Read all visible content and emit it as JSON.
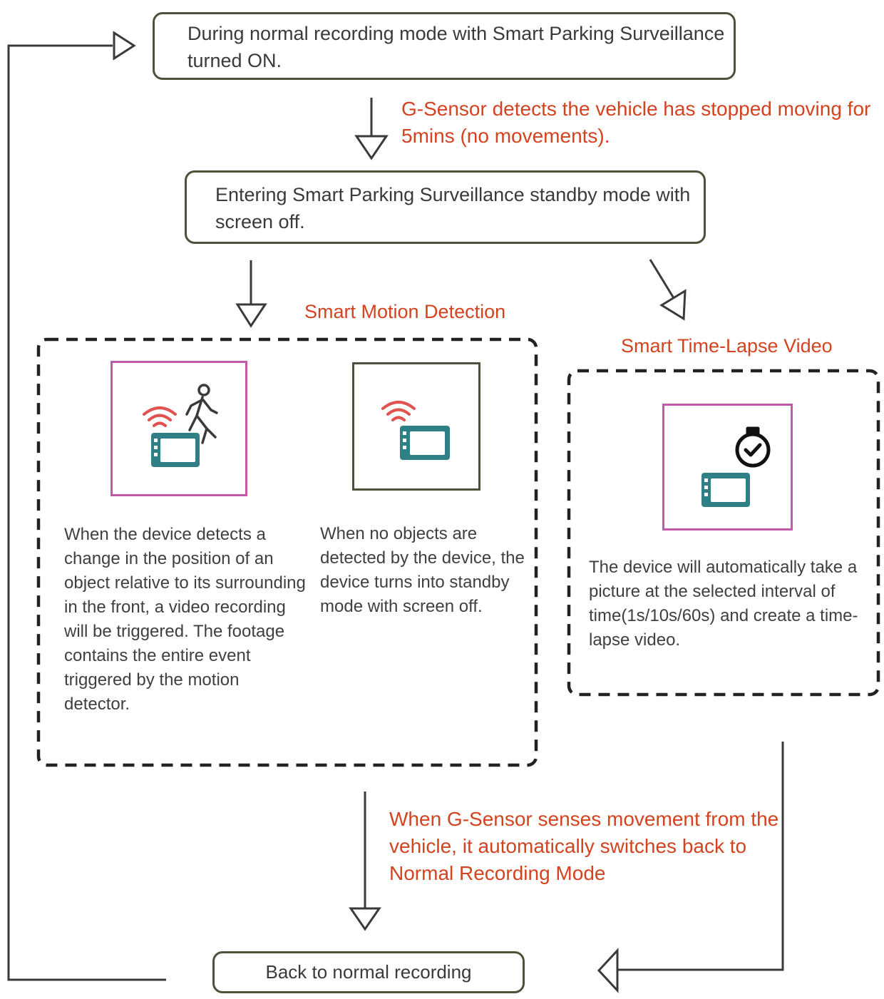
{
  "flow": {
    "start_box": "During normal recording mode with Smart Parking Surveillance turned ON.",
    "gsensor_label": "G-Sensor detects the vehicle has stopped moving for 5mins (no movements).",
    "standby_box": "Entering Smart Parking Surveillance standby mode with screen off.",
    "motion_label": "Smart Motion Detection",
    "timelapse_label": "Smart Time-Lapse Video",
    "motion_desc": "When the device detects a change in the position of an object relative to its surrounding in the front, a video recording will be triggered. The footage contains the entire event triggered by the motion detector.",
    "standby_desc": "When no objects are detected by the device, the device turns into standby mode with screen off.",
    "timelapse_desc": "The device will automatically take a picture at the selected interval of time(1s/10s/60s) and create a time-lapse video.",
    "return_label": "When G-Sensor senses movement from the vehicle, it automatically switches back to Normal Recording Mode",
    "back_box": "Back to normal recording"
  },
  "colors": {
    "box_border": "#4d5139",
    "accent_red": "#d4431f",
    "icon_frame_pink": "#c25aa9",
    "device_teal": "#2f7f86",
    "wifi_red": "#e0534e"
  },
  "icons": {
    "motion": [
      "wifi-signal-icon",
      "walking-person-icon",
      "dashcam-device-icon"
    ],
    "standby": [
      "wifi-signal-icon",
      "dashcam-device-icon"
    ],
    "timelapse": [
      "stopwatch-icon",
      "dashcam-device-icon"
    ]
  }
}
